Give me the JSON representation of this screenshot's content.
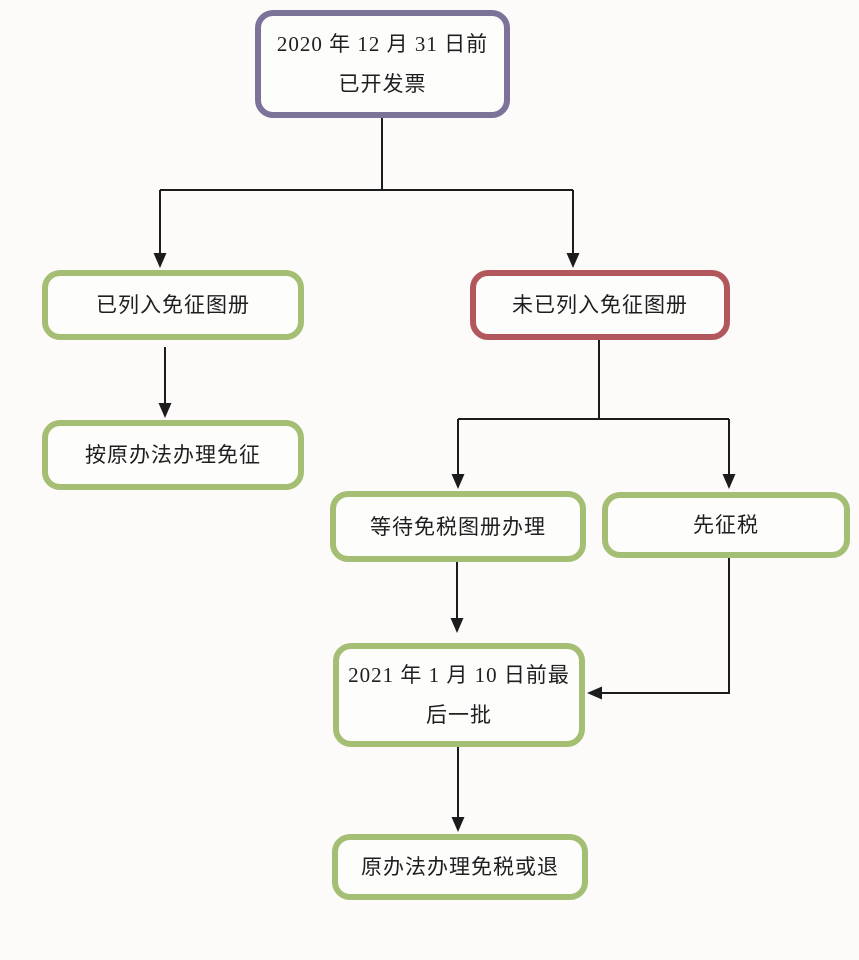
{
  "nodes": {
    "root": {
      "line1": "2020 年 12 月 31 日前",
      "line2": "已开发票"
    },
    "listed": {
      "label": "已列入免征图册"
    },
    "not_listed": {
      "label": "未已列入免征图册"
    },
    "original_exempt": {
      "label": "按原办法办理免征"
    },
    "wait_album": {
      "label": "等待免税图册办理"
    },
    "tax_first": {
      "label": "先征税"
    },
    "last_batch": {
      "line1": "2021 年 1 月 10 日前最",
      "line2": "后一批"
    },
    "final_exempt_refund": {
      "label": "原办法办理免税或退"
    }
  },
  "colors": {
    "background": "#fcfbfa",
    "box_fill": "#fdfdfc",
    "text": "#1f1f1f",
    "arrow": "#1c1c1c",
    "purple_border": "#7d7298",
    "green_border": "#a4bf74",
    "red_border": "#b2585c"
  }
}
